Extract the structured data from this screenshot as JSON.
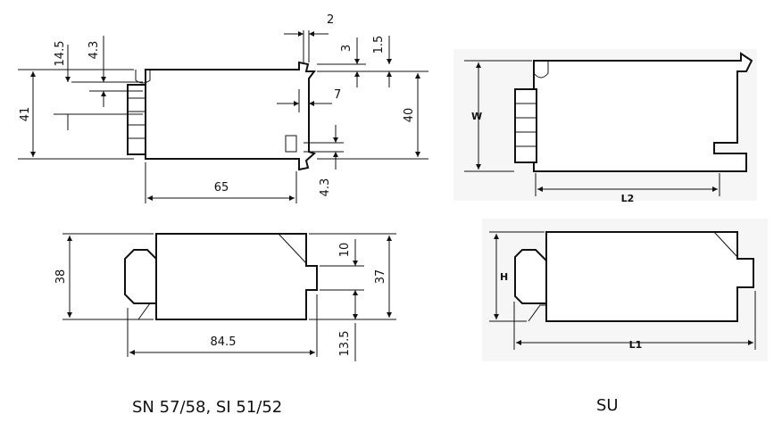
{
  "left_drawing": {
    "top_view": {
      "dims": {
        "d_2": "2",
        "d_14_5": "14.5",
        "d_4_3_top": "4.3",
        "d_3": "3",
        "d_1_5": "1.5",
        "d_41": "41",
        "d_40": "40",
        "d_7": "7",
        "d_4_3_bottom": "4.3",
        "d_65": "65"
      }
    },
    "side_view": {
      "dims": {
        "d_38": "38",
        "d_10": "10",
        "d_37": "37",
        "d_84_5": "84.5",
        "d_13_5": "13.5"
      }
    },
    "caption": "SN 57/58, SI 51/52"
  },
  "right_drawing": {
    "top_view": {
      "labels": {
        "w": "W",
        "l2": "L2"
      }
    },
    "side_view": {
      "labels": {
        "h": "H",
        "l1": "L1"
      }
    },
    "caption": "SU"
  }
}
